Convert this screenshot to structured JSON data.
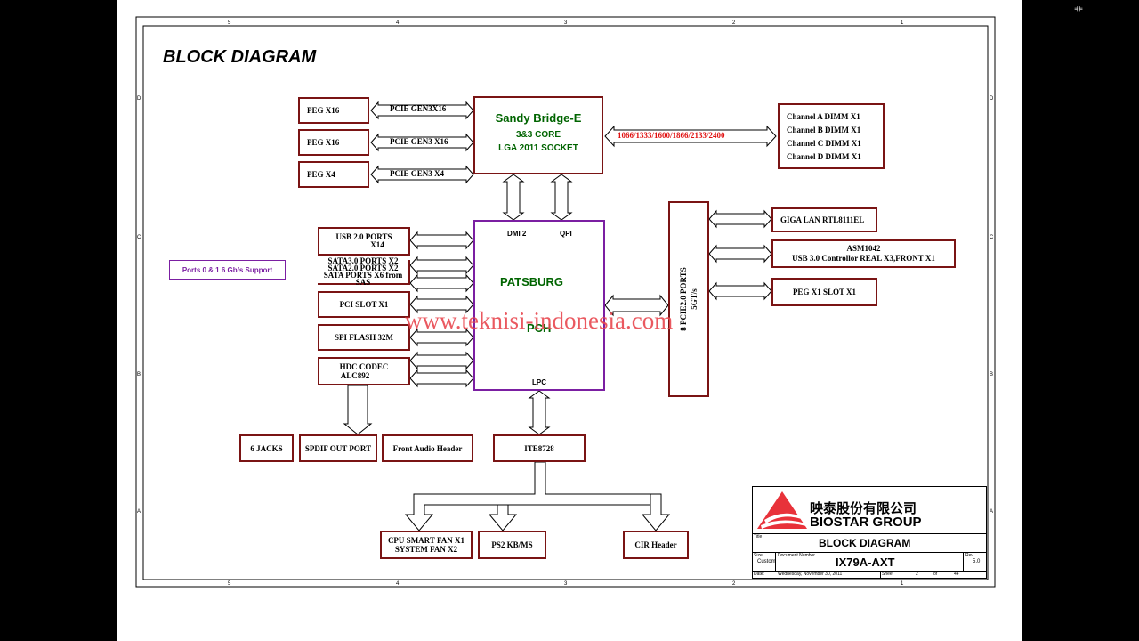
{
  "title": "BLOCK DIAGRAM",
  "watermark": "www.teknisi-indonesia.com",
  "grid_labels": {
    "top": [
      "5",
      "4",
      "3",
      "2",
      "1"
    ],
    "side": [
      "D",
      "C",
      "B",
      "A"
    ]
  },
  "cpu": {
    "name": "Sandy Bridge-E",
    "core": "3&3 CORE",
    "socket": "LGA 2011 SOCKET"
  },
  "pch": {
    "name": "PATSBURG",
    "suffix": "PCH",
    "dmi": "DMI 2",
    "qpi": "QPI",
    "lpc": "LPC"
  },
  "peg": [
    {
      "box": "PEG X16",
      "link": "PCIE GEN3X16"
    },
    {
      "box": "PEG X16",
      "link": "PCIE GEN3 X16"
    },
    {
      "box": "PEG X4",
      "link": "PCIE GEN3 X4"
    }
  ],
  "memory_speed": "1066/1333/1600/1866/2133/2400",
  "dimms": [
    "Channel A DIMM X1",
    "Channel B DIMM X1",
    "Channel C DIMM X1",
    "Channel D DIMM X1"
  ],
  "pch_left": {
    "usb2": [
      "USB 2.0 PORTS",
      "X14"
    ],
    "sata": [
      "SATA3.0 PORTS X2",
      "SATA2.0 PORTS X2",
      "SATA PORTS X6 from SAS"
    ],
    "pci": "PCI SLOT X1",
    "spi": "SPI FLASH 32M",
    "hda": [
      "HDC CODEC",
      "ALC892"
    ]
  },
  "sata_note": "Ports 0 & 1 6 Gb/s Support",
  "pcie_bus": [
    "8 PCIE2.0 PORTS",
    "5GT/s"
  ],
  "pcie_devices": {
    "lan": "GIGA LAN RTL8111EL",
    "usb3": [
      "ASM1042",
      "USB 3.0 Controllor REAL X3,FRONT X1"
    ],
    "peg1": "PEG X1 SLOT X1"
  },
  "audio_outputs": [
    "6 JACKS",
    "SPDIF OUT PORT",
    "Front Audio Header"
  ],
  "superio": "ITE8728",
  "superio_outputs": {
    "fan": [
      "CPU SMART FAN X1",
      "SYSTEM FAN X2"
    ],
    "ps2": "PS2 KB/MS",
    "cir": "CIR Header"
  },
  "title_block": {
    "company_cn": "映泰股份有限公司",
    "company_en": "BIOSTAR GROUP",
    "title_label": "Title",
    "title": "BLOCK DIAGRAM",
    "size_label": "Size",
    "size": "Custom",
    "docnum_label": "Document Number",
    "docnum": "IX79A-AXT",
    "rev_label": "Rev",
    "rev": "5.0",
    "date_label": "Date:",
    "date": "Wednesday, November 30, 2011",
    "sheet_label": "Sheet",
    "sheet": "2",
    "of_label": "of",
    "total": "44"
  },
  "colors": {
    "block_border": "#7a1414",
    "pch_border": "#7b1fa2",
    "cpu_text": "#006400",
    "memory_speed": "#e01010",
    "note": "#7b1fa2"
  }
}
